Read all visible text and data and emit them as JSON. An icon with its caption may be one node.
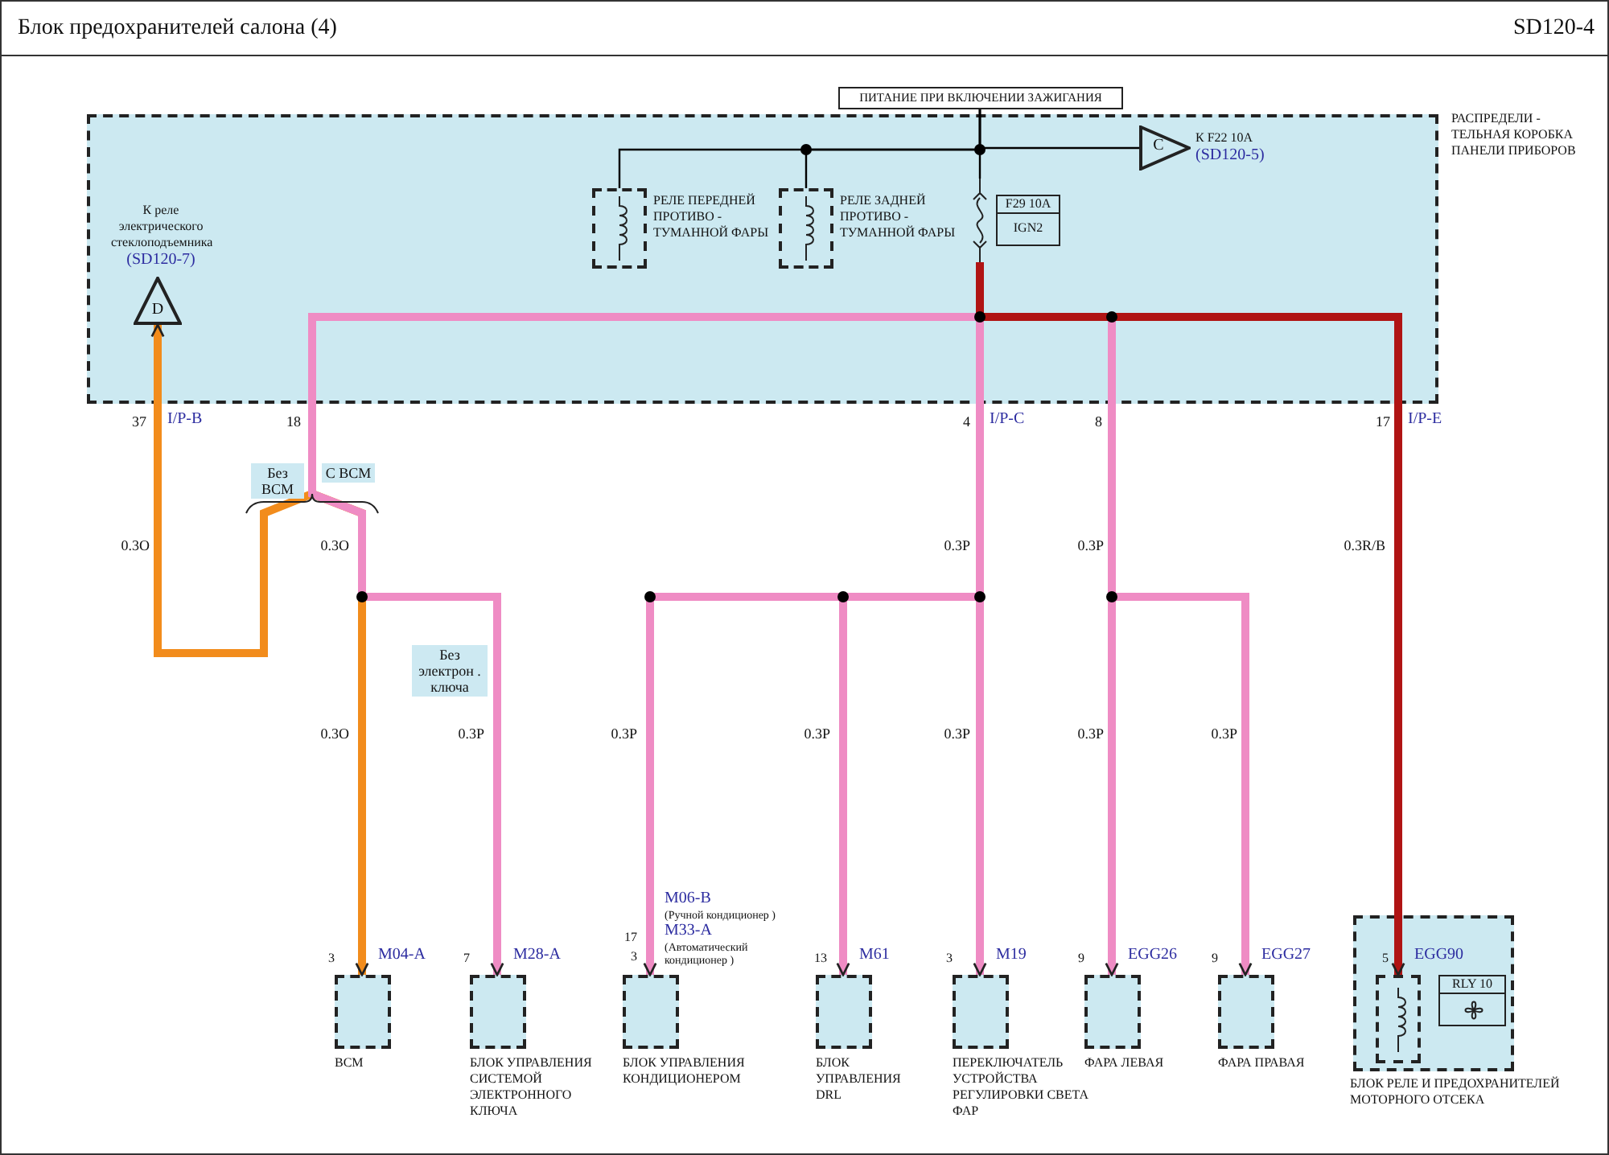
{
  "diagram": {
    "title": "Блок предохранителей салона (4)",
    "nodes": [
      {
        "text": [
          "РАСПРЕДЕЛИ - ТЕЛЬНАЯ КОРОБКА ПАНЕЛИ ПРИБОРОВ"
        ]
      },
      {
        "text": [
          "ПИТАНИЕ ПРИ ВКЛЮЧЕНИИ ЗАЖИГАНИЯ"
        ]
      },
      {
        "text": [
          "РЕЛЕ ПЕРЕДНЕЙ ПРОТИВО - ТУМАННОЙ ФАРЫ"
        ],
        "in": 0
      },
      {
        "text": [
          "РЕЛЕ ЗАДНЕЙ ПРОТИВО - ТУМАННОЙ ФАРЫ"
        ],
        "in": 0
      },
      {
        "text": [
          "C"
        ],
        "beside": [
          "К F22 10A",
          "(SD120-5)"
        ],
        "in": 0
      },
      {
        "text": [
          "F29 10A",
          "IGN2"
        ],
        "in": 0
      },
      {
        "text": [
          "D"
        ],
        "beside": [
          "К реле электрического стеклоподъемника",
          "(SD120-7)"
        ],
        "in": 0
      },
      {
        "text": [
          "BCM"
        ],
        "beside": [
          "3",
          "M04-A"
        ]
      },
      {
        "text": [
          "БЛОК УПРАВЛЕНИЯ СИСТЕМОЙ ЭЛЕКТРОННОГО КЛЮЧА"
        ],
        "beside": [
          "7",
          "M28-A"
        ]
      },
      {
        "text": [
          "БЛОК УПРАВЛЕНИЯ КОНДИЦИОНЕРОМ"
        ],
        "beside": [
          "17",
          "3",
          "M06-B",
          "(Ручной кондиционер )",
          "M33-A",
          "(Автоматический кондиционер )"
        ]
      },
      {
        "text": [
          "БЛОК УПРАВЛЕНИЯ DRL"
        ],
        "beside": [
          "13",
          "M61"
        ]
      },
      {
        "text": [
          "ПЕРЕКЛЮЧАТЕЛЬ УСТРОЙСТВА РЕГУЛИРОВКИ СВЕТА ФАР"
        ],
        "beside": [
          "3",
          "M19"
        ]
      },
      {
        "text": [
          "ФАРА ЛЕВАЯ"
        ],
        "beside": [
          "9",
          "EGG26"
        ]
      },
      {
        "text": [
          "ФАРА ПРАВАЯ"
        ],
        "beside": [
          "9",
          "EGG27"
        ]
      },
      {
        "text": [
          "БЛОК РЕЛЕ И ПРЕДОХРАНИТЕЛЕЙ МОТОРНОГО ОТСЕКА"
        ],
        "beside": [
          "5",
          "EGG90"
        ]
      },
      {
        "text": [],
        "shape": "box",
        "in": 14
      },
      {
        "text": [
          "RLY 10"
        ],
        "in": 14
      }
    ],
    "edges": [
      {
        "from": 1,
        "to": 2,
        "arrow": "none",
        "color": "#000000"
      },
      {
        "from": 1,
        "to": 3,
        "arrow": "none",
        "color": "#000000"
      },
      {
        "from": 1,
        "to": 4,
        "arrow": "none",
        "color": "#000000"
      },
      {
        "from": 1,
        "to": 5,
        "arrow": "none",
        "color": "#000000"
      },
      {
        "from": 5,
        "to": 6,
        "arrow": "to",
        "color": "#f28c1c"
      },
      {
        "from": 5,
        "to": 7,
        "arrow": "to",
        "color": "#f28c1c"
      },
      {
        "from": 5,
        "to": 8,
        "arrow": "to"
      },
      {
        "from": 5,
        "to": 9,
        "arrow": "to"
      },
      {
        "from": 5,
        "to": 10,
        "arrow": "to"
      },
      {
        "from": 5,
        "to": 11,
        "arrow": "to"
      },
      {
        "from": 5,
        "to": 12,
        "arrow": "to"
      },
      {
        "from": 5,
        "to": 13,
        "arrow": "to"
      },
      {
        "from": 5,
        "to": 15,
        "arrow": "to",
        "color": "#b01414"
      }
    ],
    "labels": [
      "SD120-4",
      "37",
      "I/P-B",
      "18",
      "4",
      "I/P-C",
      "8",
      "17",
      "I/P-E",
      "Без BCM",
      "С BCM",
      "0.3O",
      "0.3O",
      "0.3P",
      "0.3P",
      "0.3R/B",
      "Без электрон . ключа",
      "0.3O",
      "0.3P",
      "0.3P",
      "0.3P",
      "0.3P",
      "0.3P",
      "0.3P"
    ]
  }
}
